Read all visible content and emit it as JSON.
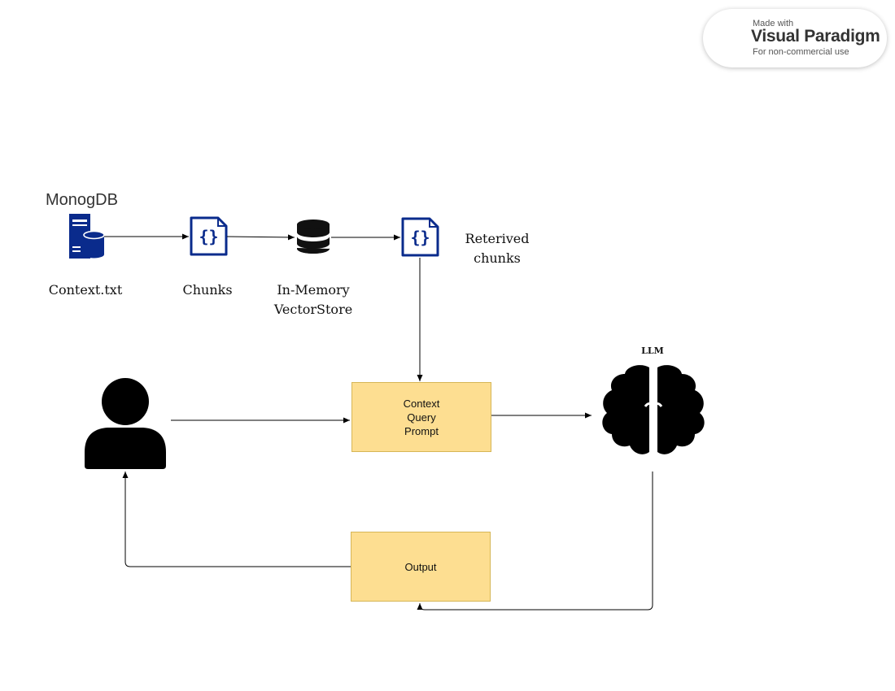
{
  "badge": {
    "made_with": "Made with",
    "brand": "Visual Paradigm",
    "note": "For non-commercial use"
  },
  "database": {
    "title": "MonogDB",
    "label": "Context.txt"
  },
  "chunks": {
    "label": "Chunks"
  },
  "vectorstore": {
    "label_line1": "In-Memory",
    "label_line2": "VectorStore"
  },
  "retrieved": {
    "label_line1": "Reterived",
    "label_line2": "chunks"
  },
  "prompt_box": {
    "line1": "Context",
    "line2": "Query",
    "line3": "Prompt"
  },
  "output_box": {
    "label": "Output"
  },
  "llm": {
    "label": "LLM"
  },
  "colors": {
    "icon_blue": "#0a2b8c",
    "box_fill": "#fdde91",
    "box_border": "#d6b656",
    "arrow": "#000000"
  }
}
